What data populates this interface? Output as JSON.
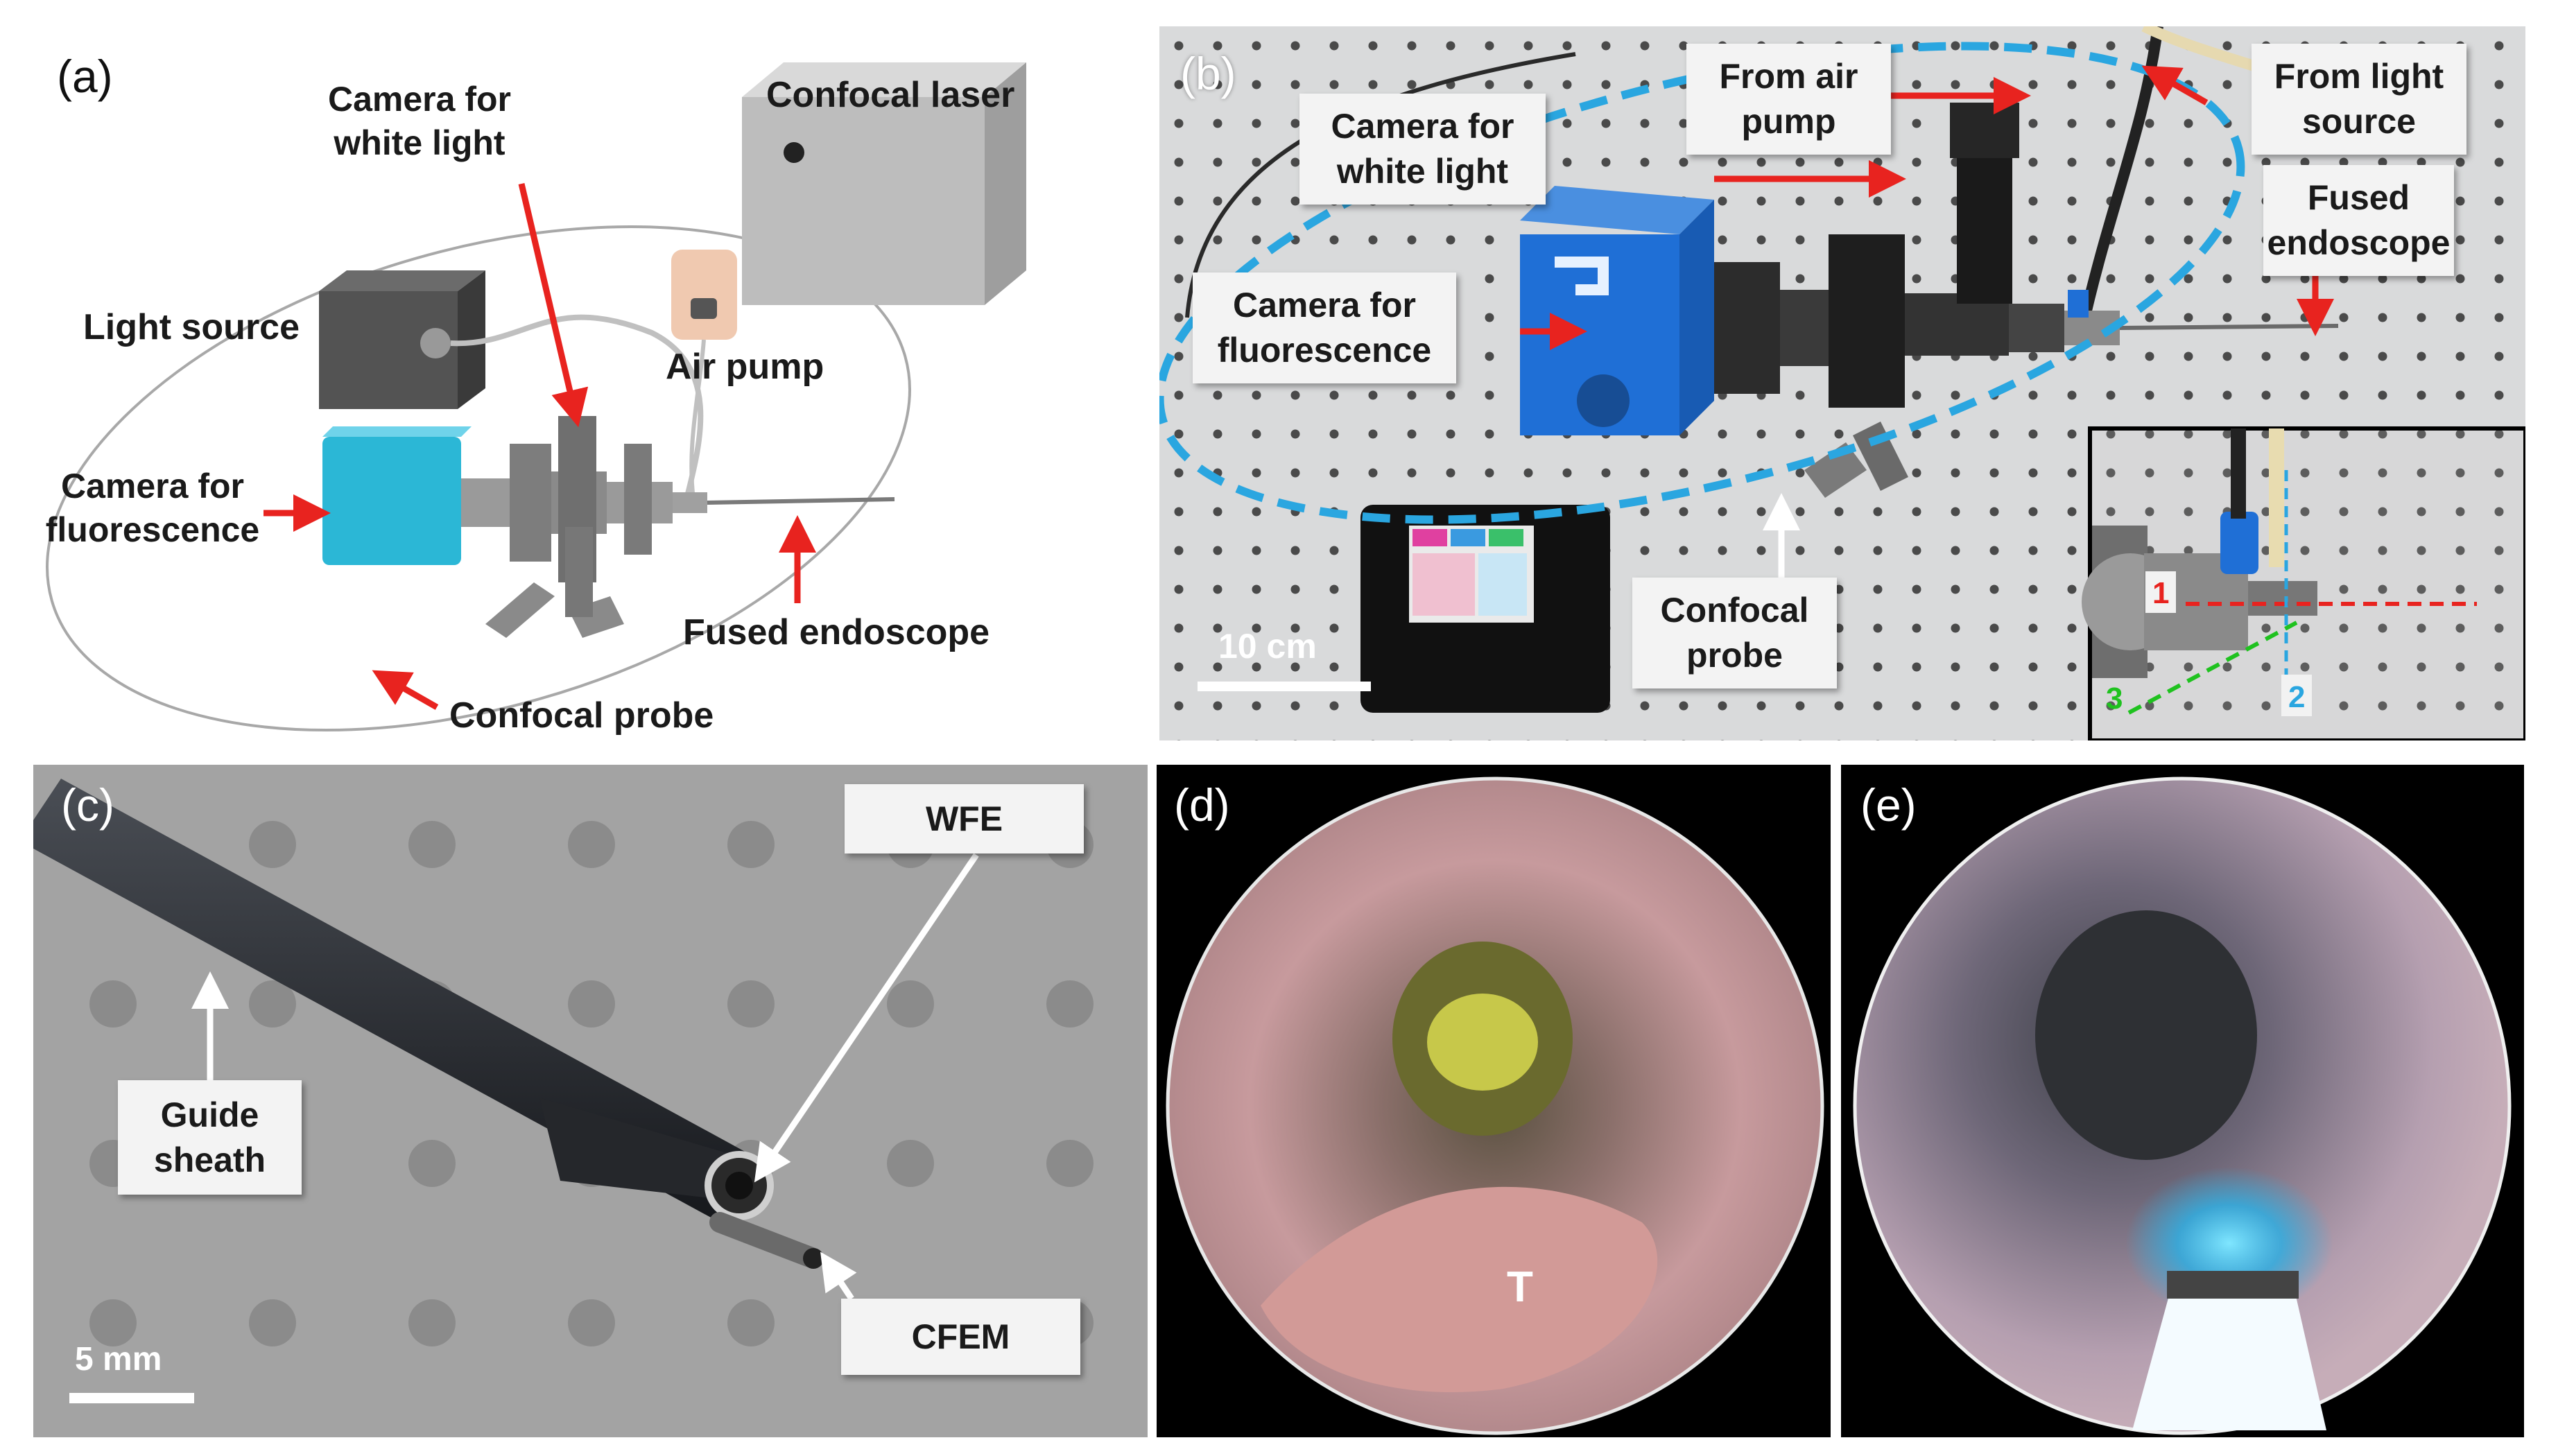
{
  "panels": {
    "a": {
      "label": "(a)",
      "texts": {
        "camera_white": "Camera for\nwhite light",
        "confocal_laser": "Confocal laser",
        "light_source": "Light source",
        "air_pump": "Air pump",
        "camera_fluor": "Camera for\nfluorescence",
        "fused_endoscope": "Fused endoscope",
        "confocal_probe": "Confocal probe"
      }
    },
    "b": {
      "label": "(b)",
      "texts": {
        "from_air_pump": "From air\npump",
        "from_light_source": "From light\nsource",
        "camera_white": "Camera for\nwhite light",
        "fused_endoscope": "Fused\nendoscope",
        "camera_fluor": "Camera for\nfluorescence",
        "confocal_probe": "Confocal\nprobe",
        "scale_bar": "10 cm",
        "inset_1": "1",
        "inset_2": "2",
        "inset_3": "3"
      }
    },
    "c": {
      "label": "(c)",
      "texts": {
        "wfe": "WFE",
        "guide_sheath": "Guide\nsheath",
        "cfem": "CFEM",
        "scale_bar": "5 mm"
      }
    },
    "d": {
      "label": "(d)",
      "texts": {
        "tumor_mark": "T"
      }
    },
    "e": {
      "label": "(e)"
    }
  },
  "colors": {
    "arrow_red": "#e8231f",
    "probe_blue": "#2aa6e0",
    "camera_cyan": "#2bb7d6",
    "inset_green": "#1fc21f"
  }
}
